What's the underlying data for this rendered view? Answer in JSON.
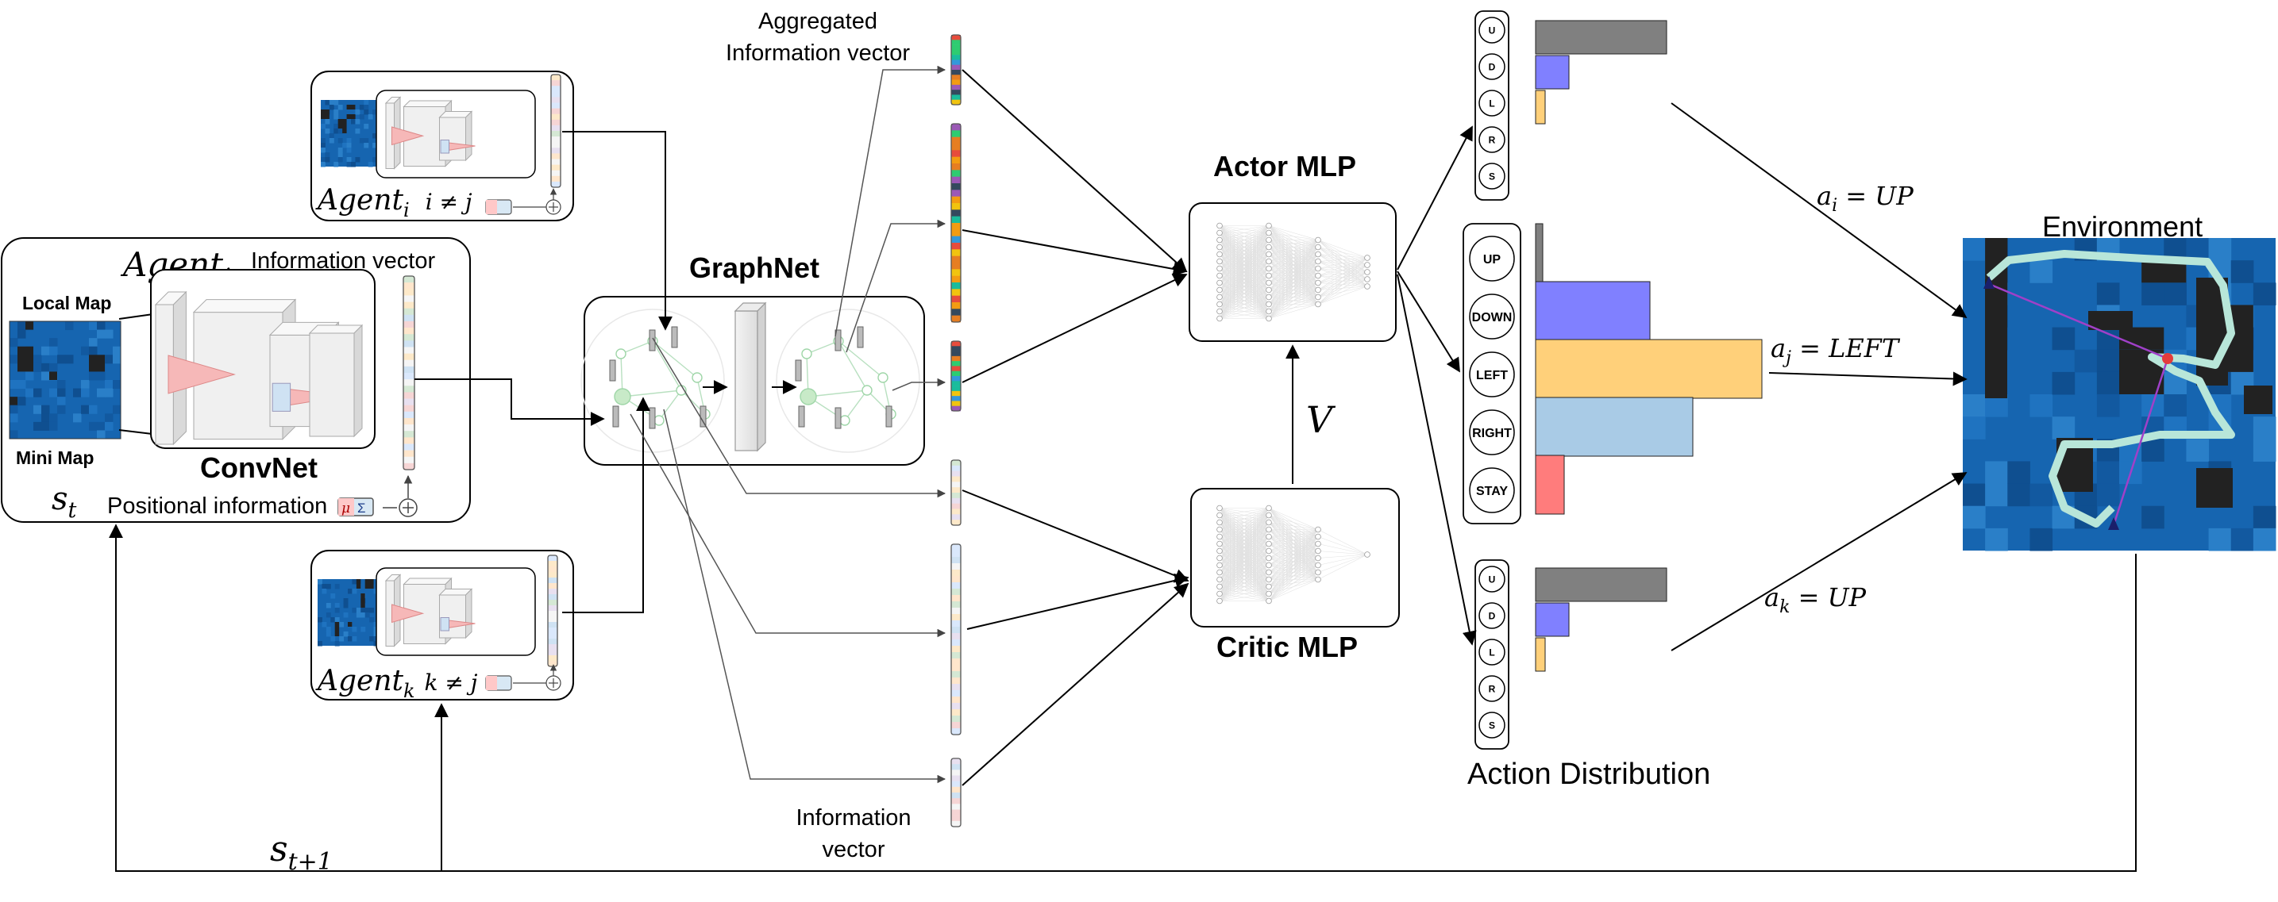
{
  "labels": {
    "agent_j": "Agent",
    "agent_j_sub": "j",
    "agent_i": "Agent",
    "agent_i_sub": "i",
    "agent_i_cond": "i ≠ j",
    "agent_k": "Agent",
    "agent_k_sub": "k",
    "agent_k_cond": "k ≠ j",
    "information_vector_top": "Information vector",
    "local_map": "Local Map",
    "mini_map": "Mini Map",
    "convnet": "ConvNet",
    "state_t": "s",
    "state_t_sub": "t",
    "positional_information": "Positional information",
    "mu_symbol": "μ",
    "sigma_symbol": "Σ",
    "graphnet": "GraphNet",
    "aggregated_line1": "Aggregated",
    "aggregated_line2": "Information vector",
    "information_line1": "Information",
    "information_line2": "vector",
    "actor_mlp": "Actor MLP",
    "critic_mlp": "Critic MLP",
    "value_symbol": "V",
    "environment": "Environment",
    "action_distribution": "Action Distribution",
    "action_i": "a",
    "action_i_sub": "i",
    "action_i_val": " = UP",
    "action_j": "a",
    "action_j_sub": "j",
    "action_j_val": " = LEFT",
    "action_k": "a",
    "action_k_sub": "k",
    "action_k_val": " = UP",
    "next_state": "s",
    "next_state_sub": "t+1"
  },
  "small_actions": [
    "U",
    "D",
    "L",
    "R",
    "S"
  ],
  "big_actions": [
    "UP",
    "DOWN",
    "LEFT",
    "RIGHT",
    "STAY"
  ],
  "distribution_top": [
    0.55,
    0.14,
    0.04,
    0,
    0
  ],
  "distribution_mid": [
    0.03,
    0.48,
    0.95,
    0.66,
    0.12
  ],
  "distribution_bottom": [
    0.55,
    0.14,
    0.04,
    0,
    0
  ],
  "colors": {
    "up": "#808080",
    "down": "#8080ff",
    "left": "#ffd07a",
    "right": "#a9cbe6",
    "stay": "#ff7c7c",
    "env_blue": "#1665b0",
    "path": "#b8e6d9",
    "route": "#a040c8"
  }
}
